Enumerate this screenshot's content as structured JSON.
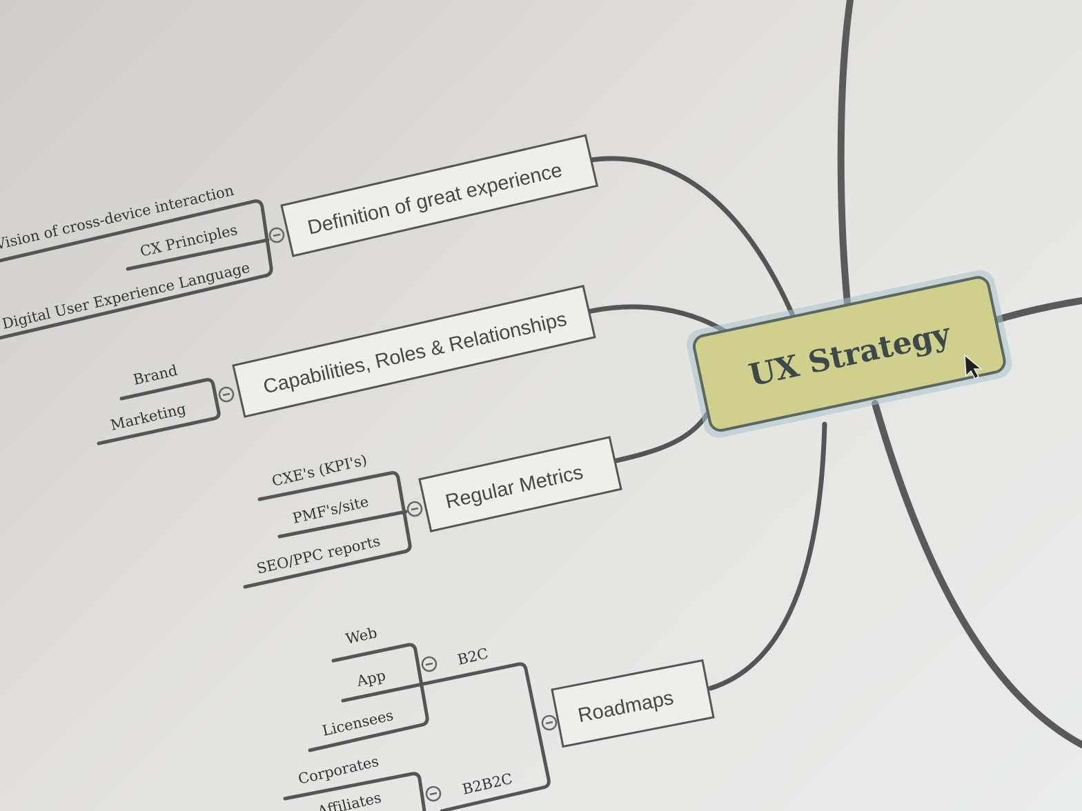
{
  "central_topic": {
    "label": "UX Strategy",
    "fill_color": "#cfd08e"
  },
  "branches": [
    {
      "label": "Definition of great experience",
      "children": [
        "Vision of cross-device interaction",
        "CX Principles",
        "Digital User Experience Language"
      ]
    },
    {
      "label": "Capabilities, Roles & Relationships",
      "children": [
        "Brand",
        "Marketing"
      ]
    },
    {
      "label": "Regular Metrics",
      "children": [
        "CXE's (KPI's)",
        "PMF's/site",
        "SEO/PPC reports"
      ]
    },
    {
      "label": "Roadmaps",
      "children": [
        {
          "label": "B2C",
          "children": [
            "Web",
            "App",
            "Licensees"
          ]
        },
        {
          "label": "B2B2C",
          "children": [
            "Corporates",
            "Affiliates"
          ]
        }
      ]
    }
  ],
  "icons": {
    "collapse": "minus-circle-icon",
    "cursor": "mouse-pointer-icon"
  }
}
